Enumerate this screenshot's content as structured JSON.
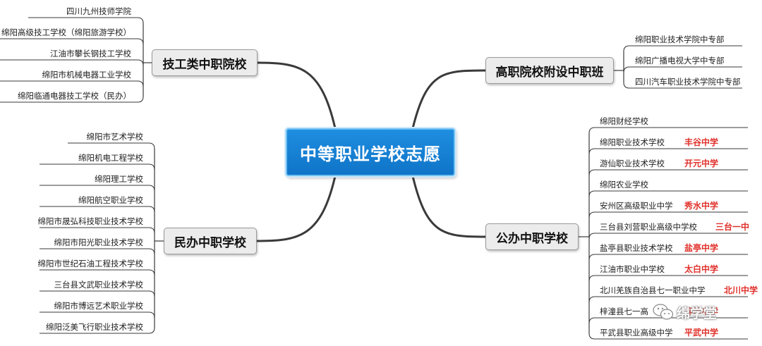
{
  "root": {
    "label": "中等职业学校志愿"
  },
  "branches": [
    {
      "label": "技工类中职院校",
      "side": "left",
      "leaves": [
        {
          "name": "四川九州技师学院"
        },
        {
          "name": "绵阳高级技工学校（绵阳旅游学校）"
        },
        {
          "name": "江油市攀长钢技工学校"
        },
        {
          "name": "绵阳市机械电器工业学校"
        },
        {
          "name": "绵阳临通电器技工学校（民办）"
        }
      ]
    },
    {
      "label": "民办中职学校",
      "side": "left",
      "leaves": [
        {
          "name": "绵阳市艺术学校"
        },
        {
          "name": "绵阳机电工程学校"
        },
        {
          "name": "绵阳理工学校"
        },
        {
          "name": "绵阳航空职业学校"
        },
        {
          "name": "绵阳市晟弘科技职业技术学校"
        },
        {
          "name": "绵阳市阳光职业技术学校"
        },
        {
          "name": "绵阳市世纪石油工程技术学校"
        },
        {
          "name": "三台县文武职业技术学校"
        },
        {
          "name": "绵阳市博远艺术职业学校"
        },
        {
          "name": "绵阳泛美飞行职业技术学校"
        }
      ]
    },
    {
      "label": "高职院校附设中职班",
      "side": "right",
      "leaves": [
        {
          "name": "绵阳职业技术学院中专部"
        },
        {
          "name": "绵阳广播电视大学中专部"
        },
        {
          "name": "四川汽车职业技术学院中专部"
        }
      ]
    },
    {
      "label": "公办中职学校",
      "side": "right",
      "leaves": [
        {
          "name": "绵阳财经学校",
          "tag": ""
        },
        {
          "name": "绵阳职业技术学校",
          "tag": "丰谷中学"
        },
        {
          "name": "游仙职业技术学校",
          "tag": "开元中学"
        },
        {
          "name": "绵阳农业学校",
          "tag": ""
        },
        {
          "name": "安州区高级职业中学",
          "tag": "秀水中学"
        },
        {
          "name": "三台县刘营职业高级中学校",
          "tag": "三台一中"
        },
        {
          "name": "盐亭县职业技术学校",
          "tag": "盐亭中学"
        },
        {
          "name": "江油市职业中学校",
          "tag": "太白中学"
        },
        {
          "name": "北川羌族自治县七一职业中学",
          "tag": "北川中学"
        },
        {
          "name": "梓潼县七一高",
          "tag": "梓潼中学"
        },
        {
          "name": "平武县职业高级中学",
          "tag": "平武中学"
        }
      ]
    }
  ],
  "watermark": {
    "text": "绵学堂",
    "icon": "wechat-icon"
  },
  "colors": {
    "root_fill": "#1f8ee0",
    "root_border": "#6fc0f2",
    "branch_fill": "#ececec",
    "line": "#3a3a3a",
    "tag": "#e0302a"
  }
}
